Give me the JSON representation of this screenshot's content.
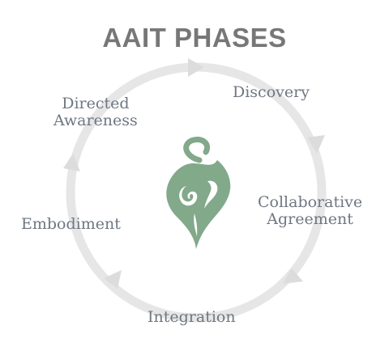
{
  "title": "AAIT PHASES",
  "phases": {
    "discovery": "Discovery",
    "collaborative_line1": "Collaborative",
    "collaborative_line2": "Agreement",
    "integration": "Integration",
    "embodiment": "Embodiment",
    "directed_line1": "Directed",
    "directed_line2": "Awareness"
  },
  "colors": {
    "title": "#777777",
    "label": "#6f7782",
    "ring": "#e6e6e6",
    "arrow": "#dcdcdc",
    "logo": "#82a98a"
  },
  "icons": {
    "center": "leaf-swirl-logo-icon",
    "arrows": "cycle-arrow-icon"
  }
}
